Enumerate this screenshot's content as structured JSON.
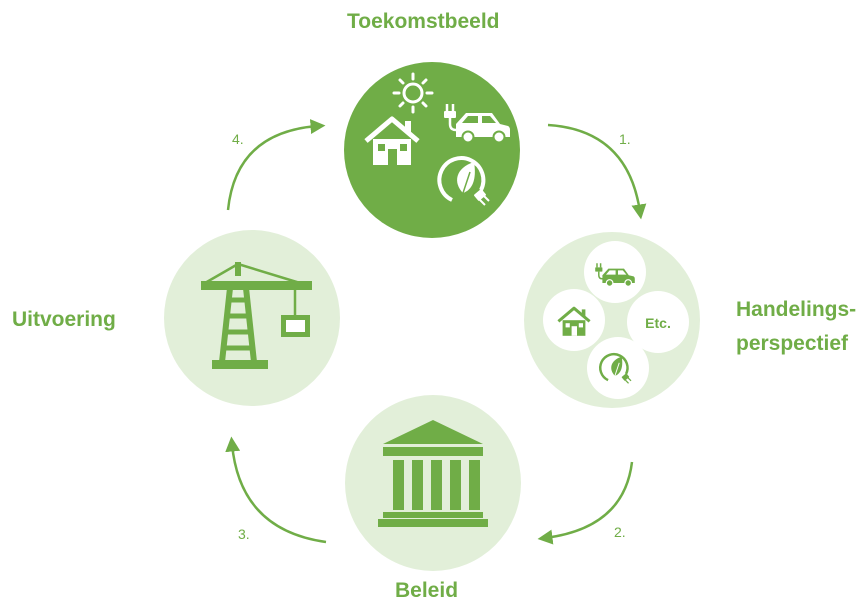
{
  "nodes": {
    "top": "Toekomstbeeld",
    "right_line1": "Handelings-",
    "right_line2": "perspectief",
    "bottom": "Beleid",
    "left": "Uitvoering"
  },
  "steps": [
    "1.",
    "2.",
    "3.",
    "4."
  ],
  "etc": "Etc.",
  "colors": {
    "primary": "#70ad47",
    "light": "#e2efd9",
    "white": "#ffffff"
  },
  "icons": [
    "sun-icon",
    "house-icon",
    "ev-car-icon",
    "leaf-plug-icon",
    "bank-building-icon",
    "crane-icon"
  ]
}
